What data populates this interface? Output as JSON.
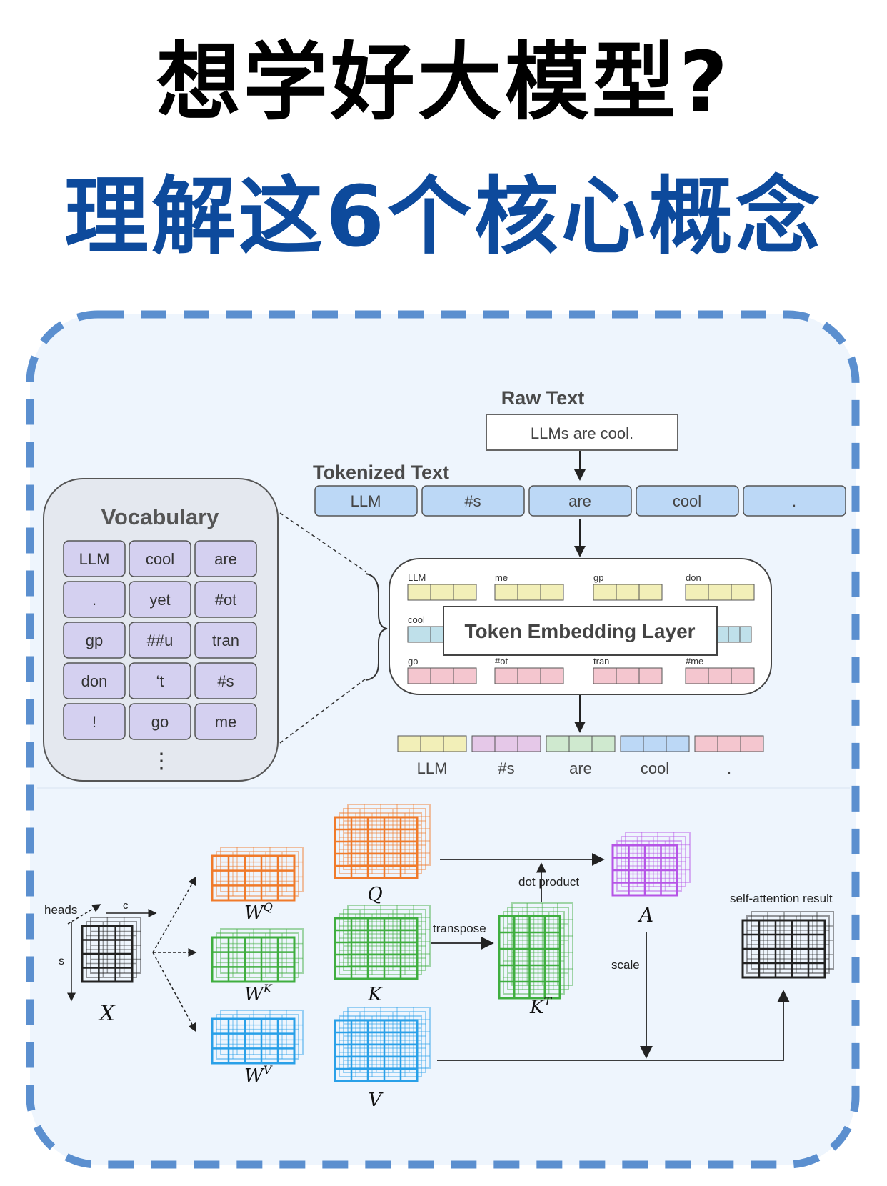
{
  "headline": {
    "line1": "想学好大模型?",
    "line2": "理解这6个核心概念"
  },
  "colors": {
    "title_blue": "#0d4a9c",
    "panel_bg": "#eef5fd",
    "dash_border": "#5b8fcf",
    "token_blue": "#bcd8f6",
    "vocab_purple": "#d4d0f0",
    "orange": "#f07a2a",
    "green": "#3fae3f",
    "cyan": "#29a0e8",
    "purple": "#b655e6"
  },
  "tokenization": {
    "raw_text_label": "Raw Text",
    "raw_text_value": "LLMs are cool.",
    "tokenized_label": "Tokenized Text",
    "tokens": [
      "LLM",
      "#s",
      "are",
      "cool",
      "."
    ],
    "vocabulary_title": "Vocabulary",
    "vocabulary": [
      "LLM",
      "cool",
      "are",
      ".",
      "yet",
      "#ot",
      "gp",
      "##u",
      "tran",
      "don",
      "‘t",
      "#s",
      "!",
      "go",
      "me"
    ],
    "vocabulary_more": "⋮",
    "embedding_layer_title": "Token Embedding Layer",
    "embedding_rows": [
      [
        "LLM",
        "me",
        "gp",
        "don"
      ],
      [
        "cool"
      ],
      [
        "go",
        "#ot",
        "tran",
        "#me"
      ]
    ],
    "output_labels": [
      "LLM",
      "#s",
      "are",
      "cool",
      "."
    ]
  },
  "attention": {
    "x_label": "X",
    "heads_label": "heads",
    "c_label": "c",
    "s_label": "s",
    "wq_label": "W",
    "wq_sup": "Q",
    "wk_label": "W",
    "wk_sup": "K",
    "wv_label": "W",
    "wv_sup": "V",
    "q_label": "Q",
    "k_label": "K",
    "v_label": "V",
    "kt_label": "K",
    "kt_sup": "T",
    "a_label": "A",
    "transpose_label": "transpose",
    "dot_product_label": "dot product",
    "scale_label": "scale",
    "result_label": "self-attention result"
  }
}
